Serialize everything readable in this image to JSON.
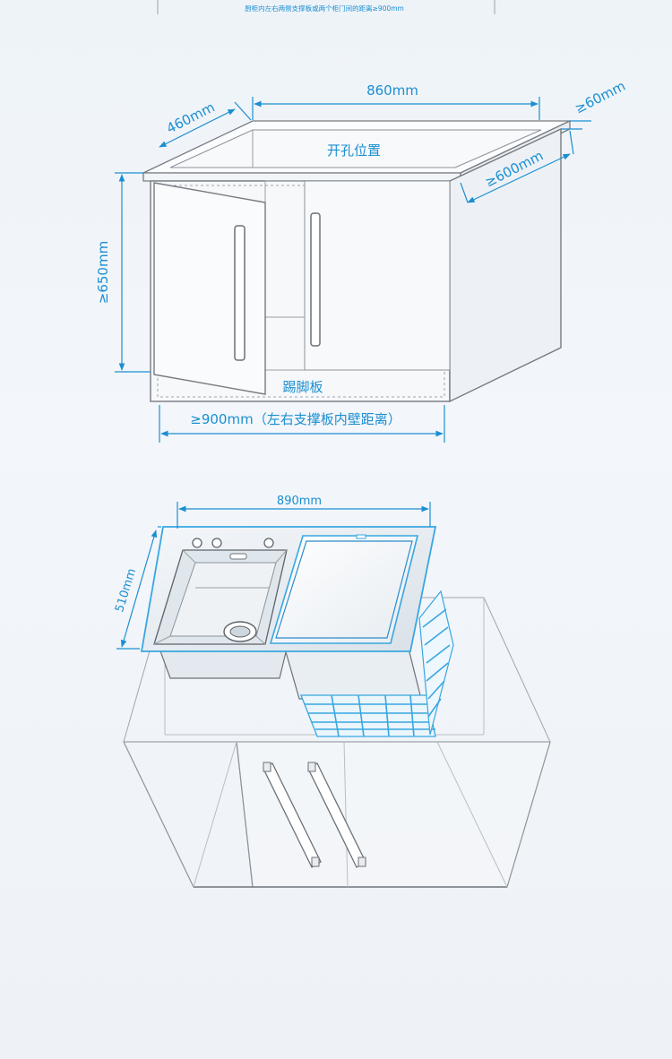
{
  "top_note": "厨柜内左右两侧支撑板或两个柜门间的距离≥900mm",
  "cabinet": {
    "width_label": "860mm",
    "depth_label": "460mm",
    "overhang_label": "≥60mm",
    "side_depth_label": "≥600mm",
    "height_label": "≥650mm",
    "cutout_label": "开孔位置",
    "kickboard_label": "踢脚板",
    "inner_width_label": "≥900mm（左右支撑板内壁距离）"
  },
  "sink": {
    "width_label": "890mm",
    "depth_label": "510mm"
  },
  "colors": {
    "dimension": "#1b8fd2",
    "line": "#777c82",
    "accent": "#38a7e0"
  }
}
